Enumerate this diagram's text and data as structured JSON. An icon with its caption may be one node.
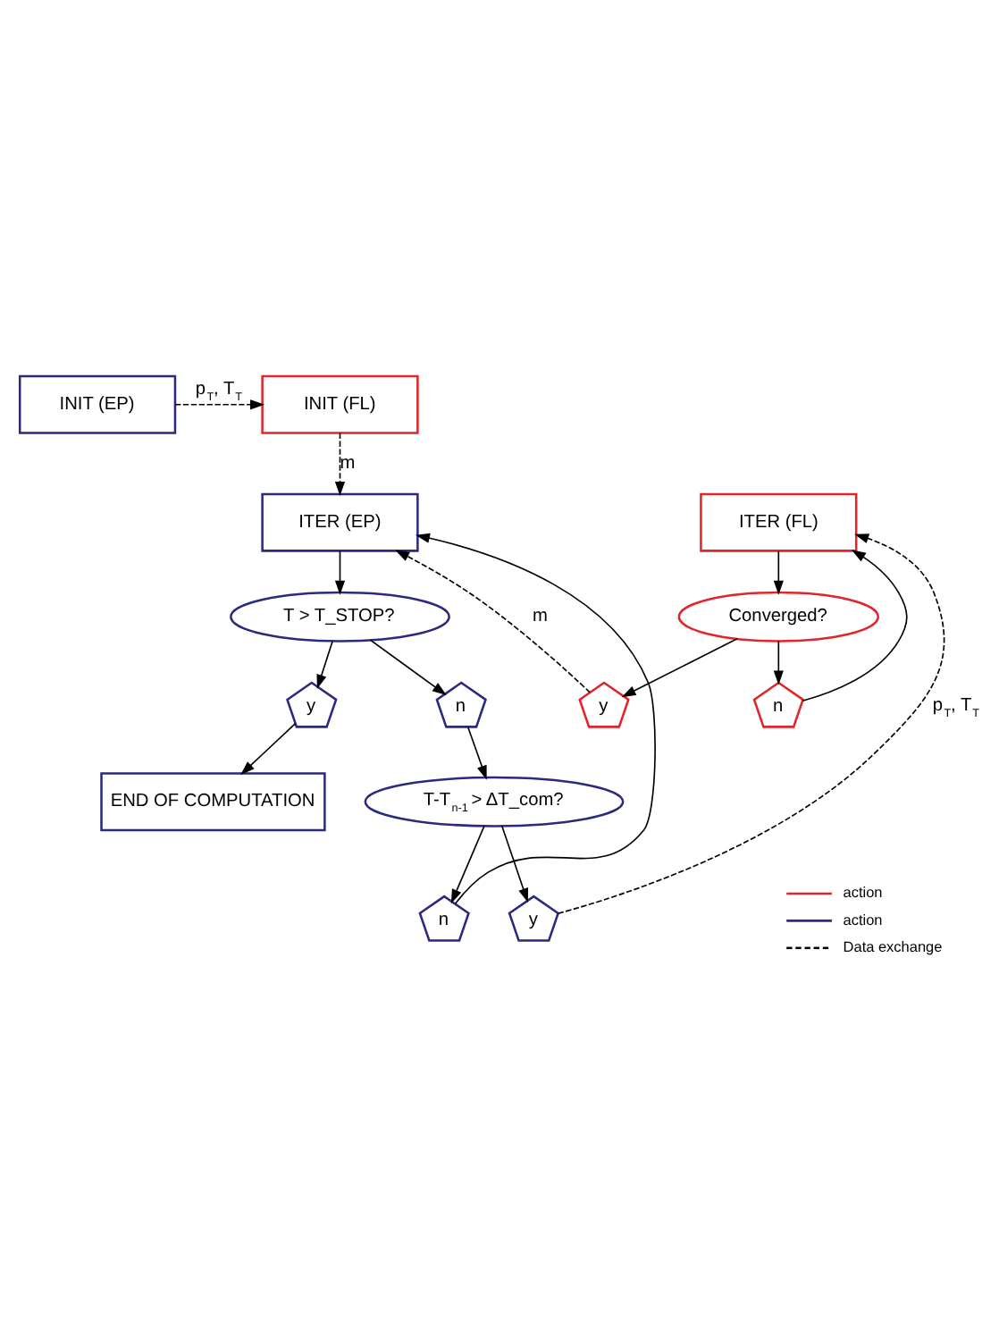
{
  "diagram": {
    "nodes": [
      {
        "text": [
          "INIT (EP)"
        ]
      },
      {
        "text": [
          "INIT (FL)"
        ]
      },
      {
        "text": [
          "ITER (EP)"
        ]
      },
      {
        "text": [
          "ITER (FL)"
        ]
      },
      {
        "text": [
          "T > T_STOP?"
        ]
      },
      {
        "text": [
          "Converged?"
        ]
      },
      {
        "text": [
          "y"
        ]
      },
      {
        "text": [
          "n"
        ]
      },
      {
        "text": [
          "y"
        ]
      },
      {
        "text": [
          "n"
        ]
      },
      {
        "text": [
          "T-T$_{n-1}$ > ΔT_com?"
        ]
      },
      {
        "text": [
          "n"
        ]
      },
      {
        "text": [
          "y"
        ]
      },
      {
        "text": [
          "END OF COMPUTATION"
        ]
      }
    ],
    "edges": [
      {
        "from": 0,
        "to": 1,
        "arrow": "to",
        "label": "p$_{T}$, T$_{T}$",
        "style": "dashed"
      },
      {
        "from": 1,
        "to": 2,
        "arrow": "to",
        "label": "m",
        "style": "dashed"
      },
      {
        "from": 2,
        "to": 4,
        "arrow": "to"
      },
      {
        "from": 4,
        "to": 6,
        "arrow": "to"
      },
      {
        "from": 4,
        "to": 7,
        "arrow": "to"
      },
      {
        "from": 7,
        "to": 10,
        "arrow": "to"
      },
      {
        "from": 10,
        "to": 11,
        "arrow": "to"
      },
      {
        "from": 10,
        "to": 12,
        "arrow": "to"
      },
      {
        "from": 11,
        "to": 2,
        "arrow": "to"
      },
      {
        "from": 6,
        "to": 13,
        "arrow": "to"
      },
      {
        "from": 12,
        "to": 3,
        "arrow": "to",
        "label": "p$_{T}$, T$_{T}$",
        "style": "dashed"
      },
      {
        "from": 3,
        "to": 5,
        "arrow": "to"
      },
      {
        "from": 5,
        "to": 8,
        "arrow": "to"
      },
      {
        "from": 5,
        "to": 9,
        "arrow": "to"
      },
      {
        "from": 9,
        "to": 3,
        "arrow": "to"
      },
      {
        "from": 8,
        "to": 2,
        "arrow": "to",
        "label": "m",
        "style": "dashed"
      }
    ],
    "legend": [
      {
        "text": "action"
      },
      {
        "text": "action"
      },
      {
        "text": "Data exchange"
      }
    ]
  }
}
